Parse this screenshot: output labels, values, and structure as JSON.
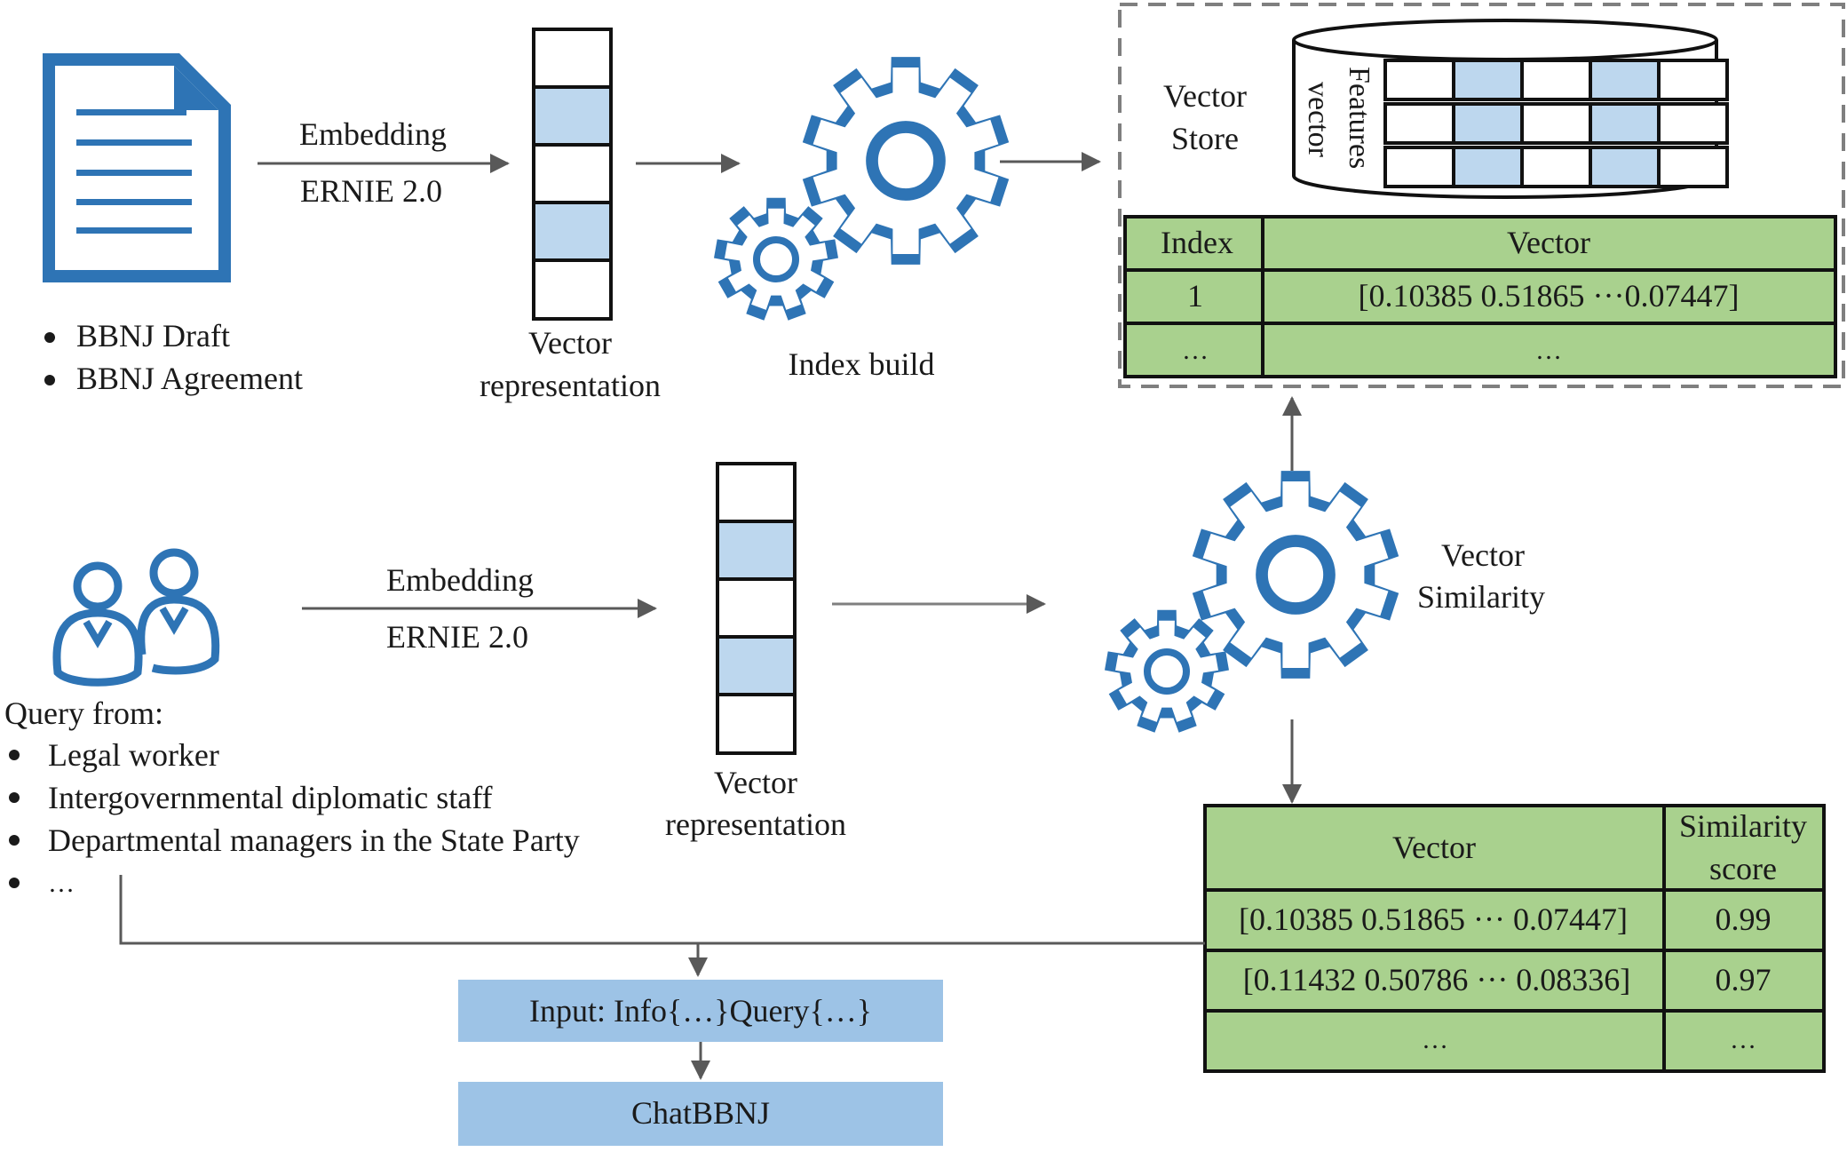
{
  "documents": {
    "embedding_label": "Embedding",
    "model_label": "ERNIE 2.0",
    "items": [
      "BBNJ Draft",
      "BBNJ Agreement"
    ]
  },
  "doc_vector_caption": [
    "Vector",
    "representation"
  ],
  "index_build_label": "Index build",
  "vector_store": {
    "label": [
      "Vector",
      "Store"
    ],
    "features_label": "Features",
    "vector_label": "vector",
    "headers": [
      "Index",
      "Vector"
    ],
    "rows": [
      [
        "1",
        "[0.10385 0.51865 ···0.07447]"
      ],
      [
        "…",
        "…"
      ]
    ]
  },
  "query": {
    "title": "Query from:",
    "items": [
      "Legal worker",
      "Intergovernmental diplomatic staff",
      "Departmental managers in the State Party",
      "…"
    ],
    "embedding_label": "Embedding",
    "model_label": "ERNIE 2.0"
  },
  "query_vector_caption": [
    "Vector",
    "representation"
  ],
  "similarity_label": [
    "Vector",
    "Similarity"
  ],
  "similarity_table": {
    "headers": [
      "Vector",
      "Similarity",
      "score"
    ],
    "rows": [
      [
        "[0.10385 0.51865 ··· 0.07447]",
        "0.99"
      ],
      [
        "[0.11432 0.50786 ··· 0.08336]",
        "0.97"
      ],
      [
        "…",
        "…"
      ]
    ]
  },
  "input_box_label": "Input: Info{…}Query{…}",
  "chatbbnj_label": "ChatBBNJ",
  "colors": {
    "icon_blue": "#2e74b5",
    "cell_blue": "#bdd7ee",
    "table_green": "#a9d18e",
    "box_blue": "#9dc3e6",
    "arrow_gray": "#595959"
  }
}
